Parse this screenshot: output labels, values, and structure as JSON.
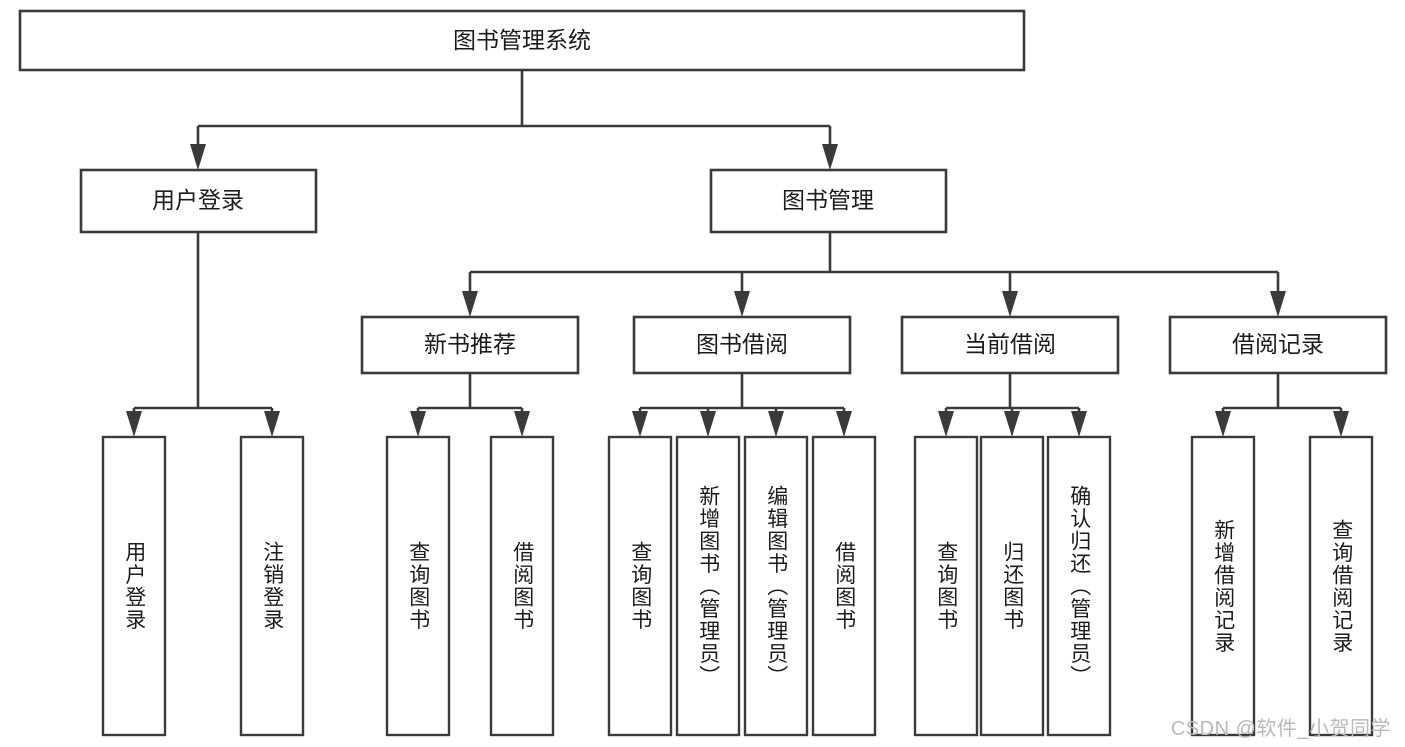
{
  "diagram": {
    "type": "tree",
    "title_node": "图书管理系统",
    "watermark": "CSDN @软件_小贺同学",
    "colors": {
      "box_stroke": "#3a3a3a",
      "box_fill": "#ffffff",
      "text": "#1c1c1c",
      "connector": "#3a3a3a",
      "watermark": "#b9b9b9",
      "background": "#ffffff"
    },
    "root": {
      "label": "图书管理系统"
    },
    "level1": [
      {
        "label": "用户登录"
      },
      {
        "label": "图书管理"
      }
    ],
    "level2": [
      {
        "label": "新书推荐"
      },
      {
        "label": "图书借阅"
      },
      {
        "label": "当前借阅"
      },
      {
        "label": "借阅记录"
      }
    ],
    "leaves": {
      "user_login": [
        {
          "label": "用户登录"
        },
        {
          "label": "注销登录"
        }
      ],
      "new_book_recommend": [
        {
          "label": "查询图书"
        },
        {
          "label": "借阅图书"
        }
      ],
      "book_borrow": [
        {
          "label": "查询图书"
        },
        {
          "label": "新增图书（管理员）"
        },
        {
          "label": "编辑图书（管理员）"
        },
        {
          "label": "借阅图书"
        }
      ],
      "current_borrow": [
        {
          "label": "查询图书"
        },
        {
          "label": "归还图书"
        },
        {
          "label": "确认归还（管理员）"
        }
      ],
      "borrow_record": [
        {
          "label": "新增借阅记录"
        },
        {
          "label": "查询借阅记录"
        }
      ]
    }
  }
}
